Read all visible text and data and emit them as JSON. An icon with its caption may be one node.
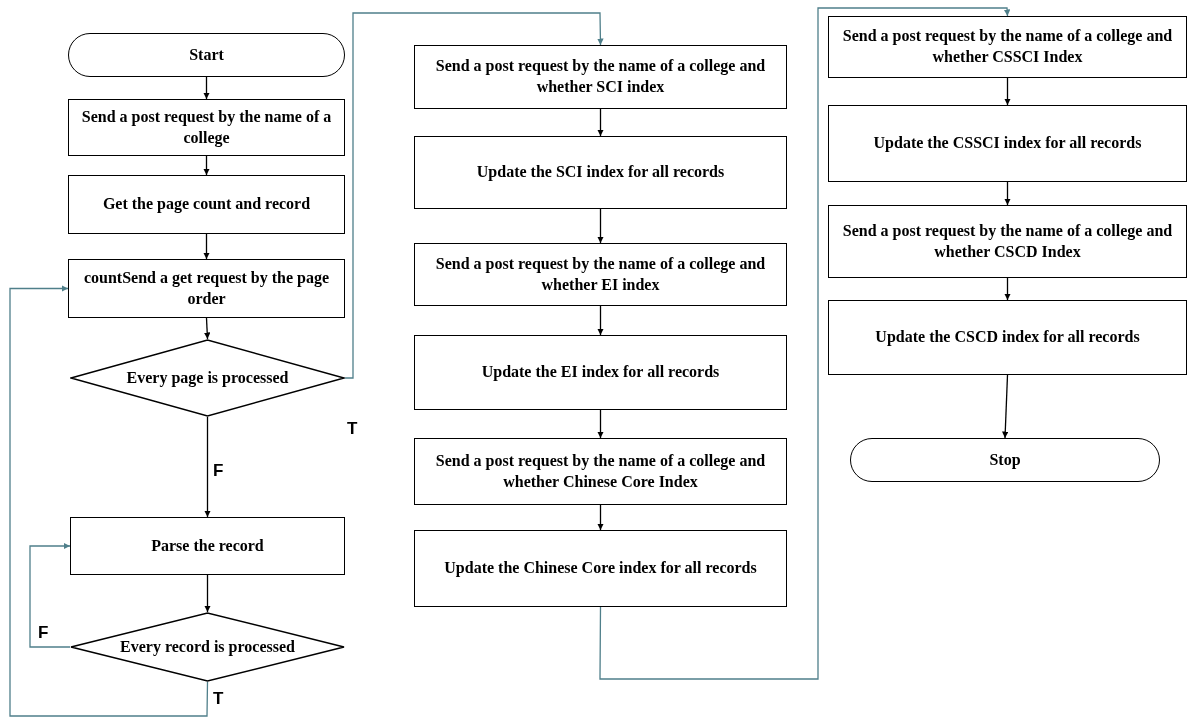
{
  "diagram": {
    "nodes": [
      {
        "text": [
          "Start"
        ]
      },
      {
        "text": [
          "Send a post request by the name of a college"
        ]
      },
      {
        "text": [
          "Get the page count and record"
        ]
      },
      {
        "text": [
          "countSend a get request by the page order"
        ]
      },
      {
        "text": [
          "Every page is processed"
        ]
      },
      {
        "text": [
          "Parse the record"
        ]
      },
      {
        "text": [
          "Every record is processed"
        ]
      },
      {
        "text": [
          "Send a post request by the name of a college and whether SCI index"
        ]
      },
      {
        "text": [
          "Update the SCI index for all records"
        ]
      },
      {
        "text": [
          "Send a post request by the name of a college and whether EI index"
        ]
      },
      {
        "text": [
          "Update the EI index for all records"
        ]
      },
      {
        "text": [
          "Send a post request by the name of a college and whether Chinese Core Index"
        ]
      },
      {
        "text": [
          "Update the Chinese Core index for all records"
        ]
      },
      {
        "text": [
          "Send a post request by the name of a college and whether CSSCI Index"
        ]
      },
      {
        "text": [
          "Update the CSSCI index for all records"
        ]
      },
      {
        "text": [
          "Send a post request by the name of a college and whether CSCD Index"
        ]
      },
      {
        "text": [
          "Update the CSCD index for all records"
        ]
      },
      {
        "text": [
          "Stop"
        ]
      }
    ],
    "edges": [
      {
        "from": 0,
        "to": 1,
        "arrow": "to"
      },
      {
        "from": 1,
        "to": 2,
        "arrow": "to"
      },
      {
        "from": 2,
        "to": 3,
        "arrow": "to"
      },
      {
        "from": 3,
        "to": 4,
        "arrow": "to"
      },
      {
        "from": 4,
        "to": 7,
        "arrow": "to",
        "label": "T",
        "color": "#4f7f8a"
      },
      {
        "from": 4,
        "to": 5,
        "arrow": "to",
        "label": "F"
      },
      {
        "from": 5,
        "to": 6,
        "arrow": "to"
      },
      {
        "from": 6,
        "to": 5,
        "arrow": "to",
        "label": "F",
        "color": "#4f7f8a"
      },
      {
        "from": 6,
        "to": 3,
        "arrow": "to",
        "label": "T",
        "color": "#4f7f8a"
      },
      {
        "from": 7,
        "to": 8,
        "arrow": "to"
      },
      {
        "from": 8,
        "to": 9,
        "arrow": "to"
      },
      {
        "from": 9,
        "to": 10,
        "arrow": "to"
      },
      {
        "from": 10,
        "to": 11,
        "arrow": "to"
      },
      {
        "from": 11,
        "to": 12,
        "arrow": "to"
      },
      {
        "from": 12,
        "to": 13,
        "arrow": "to",
        "color": "#4f7f8a"
      },
      {
        "from": 13,
        "to": 14,
        "arrow": "to"
      },
      {
        "from": 14,
        "to": 15,
        "arrow": "to"
      },
      {
        "from": 15,
        "to": 16,
        "arrow": "to"
      },
      {
        "from": 16,
        "to": 17,
        "arrow": "to"
      }
    ]
  }
}
